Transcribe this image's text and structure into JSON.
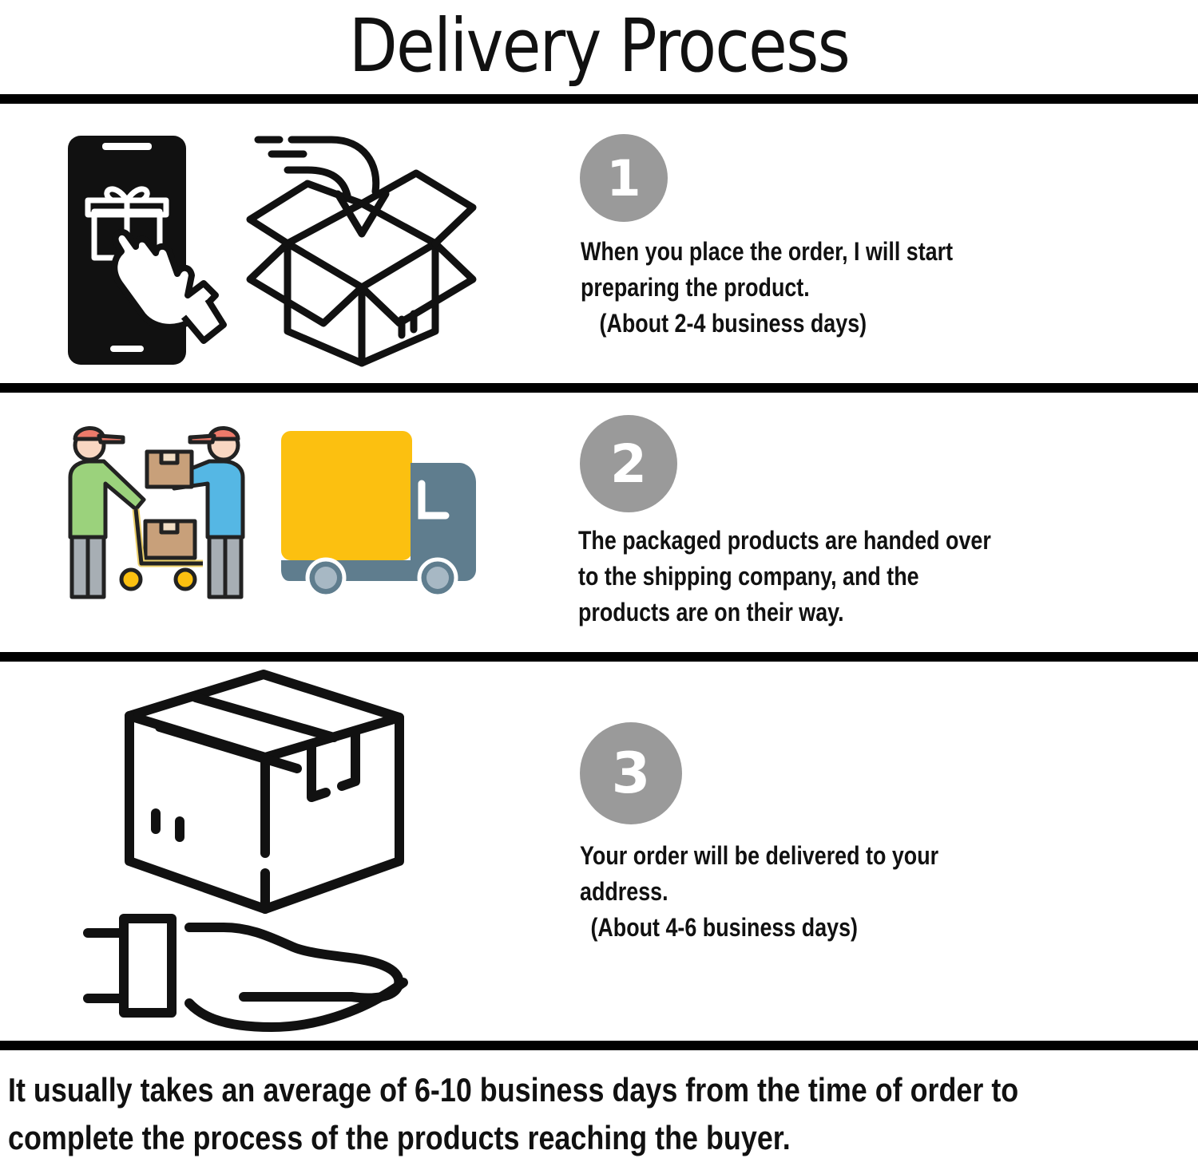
{
  "title": "Delivery Process",
  "steps": [
    {
      "number": "1",
      "lines": [
        "When you place the order, I will start",
        "preparing the product.",
        "(About 2-4 business days)"
      ]
    },
    {
      "number": "2",
      "lines": [
        "The packaged products are handed over",
        "to the shipping company, and the",
        "products are on their way."
      ]
    },
    {
      "number": "3",
      "lines": [
        "Your order will be delivered to your",
        "address.",
        "(About 4-6 business days)"
      ]
    }
  ],
  "footer": {
    "line1": "It usually takes an average of 6-10 business days from the time of order to",
    "line2": "complete the process of the products reaching the buyer."
  },
  "icons": {
    "step1": [
      "phone-gift-tap-icon",
      "open-box-arrow-icon"
    ],
    "step2": [
      "courier-handover-icon",
      "delivery-truck-icon"
    ],
    "step3": [
      "box-on-hand-icon"
    ]
  },
  "colors": {
    "badge": "#9a9a9a",
    "truck_cargo": "#fcc010",
    "truck_cab": "#5f7d8e",
    "cap": "#ec7a6a",
    "shirt_green": "#9bd27c",
    "shirt_blue": "#55b7e4",
    "parcel": "#c8a07a"
  }
}
